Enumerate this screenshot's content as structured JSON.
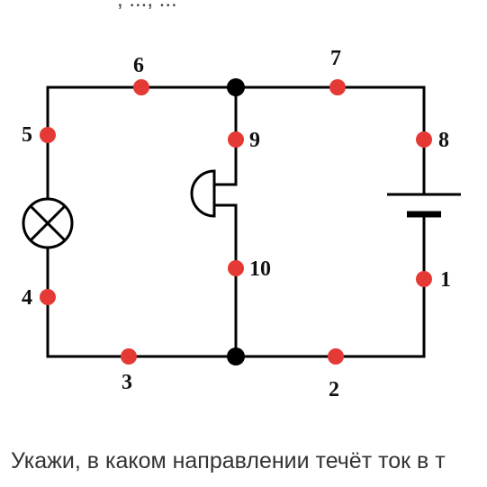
{
  "header": {
    "partial_text": ", ..., ..."
  },
  "diagram": {
    "labels": {
      "p1": "1",
      "p2": "2",
      "p3": "3",
      "p4": "4",
      "p5": "5",
      "p6": "6",
      "p7": "7",
      "p8": "8",
      "p9": "9",
      "p10": "10"
    },
    "colors": {
      "wire": "#000000",
      "point": "#e53935",
      "junction": "#000000"
    },
    "icons": {
      "lamp": "lamp-icon",
      "battery": "battery-icon",
      "switch": "push-button-switch-icon"
    }
  },
  "question": {
    "text": "Укажи, в каком направлении течёт ток в т"
  }
}
